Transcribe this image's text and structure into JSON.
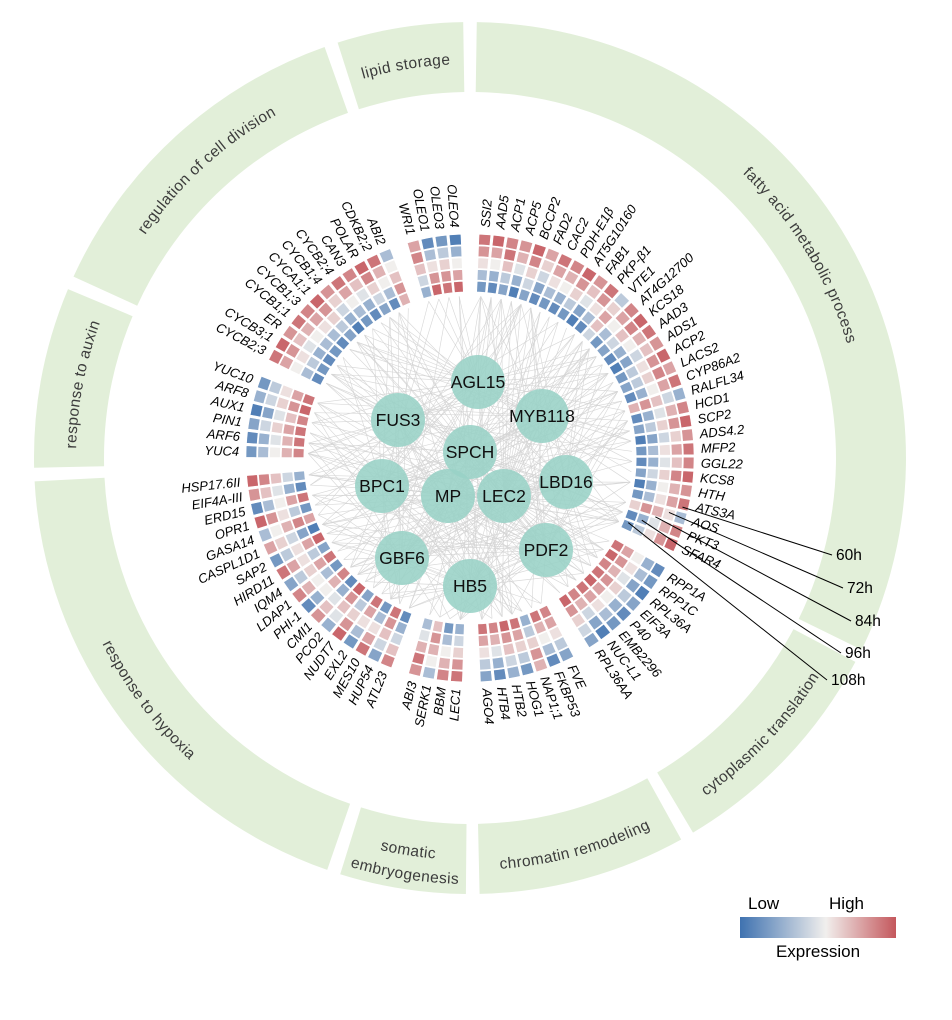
{
  "figure": {
    "legend": {
      "low": "Low",
      "high": "High",
      "title": "Expression"
    },
    "palette": {
      "low": "#3f72b0",
      "mid": "#f1efed",
      "high": "#c4575c"
    },
    "arc_color": "#e2efd9",
    "hub_color": "#99d1c6",
    "edge_color": "#d4d4d4",
    "timepoints": [
      "60h",
      "72h",
      "84h",
      "96h",
      "108h"
    ]
  },
  "chart_data": {
    "type": "heatmap",
    "layout": "circular circos-style: outer green category arcs, italic gene labels, five concentric expression heatmap rings (outer to inner = 60h to 108h), central hub-to-gene network",
    "rings_outer_to_inner": [
      "60h",
      "72h",
      "84h",
      "96h",
      "108h"
    ],
    "value_range": [
      -1,
      1
    ],
    "legend_scale": {
      "left": "Low",
      "right": "High",
      "title": "Expression"
    },
    "categories": [
      {
        "label": "fatty acid metabolic process",
        "genes": [
          {
            "name": "SSI2",
            "expr": [
              0.8,
              0.6,
              0.1,
              -0.4,
              -0.7
            ]
          },
          {
            "name": "AAD5",
            "expr": [
              0.9,
              0.5,
              0.0,
              -0.5,
              -0.8
            ]
          },
          {
            "name": "ACP1",
            "expr": [
              0.7,
              0.8,
              0.3,
              -0.3,
              -0.6
            ]
          },
          {
            "name": "ACP5",
            "expr": [
              0.6,
              0.4,
              -0.1,
              -0.5,
              -0.9
            ]
          },
          {
            "name": "BCCP2",
            "expr": [
              0.9,
              0.7,
              0.2,
              -0.2,
              -0.6
            ]
          },
          {
            "name": "FAD2",
            "expr": [
              0.5,
              0.2,
              -0.2,
              -0.6,
              -0.8
            ]
          },
          {
            "name": "CAC2",
            "expr": [
              0.8,
              0.5,
              0.1,
              -0.4,
              -0.7
            ]
          },
          {
            "name": "PDH-E1β",
            "expr": [
              0.7,
              0.4,
              0.0,
              -0.5,
              -0.8
            ]
          },
          {
            "name": "AT5G10160",
            "expr": [
              0.9,
              0.6,
              0.2,
              -0.3,
              -0.7
            ]
          },
          {
            "name": "FAB1",
            "expr": [
              0.6,
              0.3,
              -0.1,
              -0.6,
              -0.9
            ]
          },
          {
            "name": "PKP-β1",
            "expr": [
              0.8,
              0.6,
              0.1,
              -0.4,
              -0.8
            ]
          },
          {
            "name": "VTE1",
            "expr": [
              -0.3,
              0.2,
              0.5,
              0.3,
              -0.2
            ]
          },
          {
            "name": "AT4G12700",
            "expr": [
              0.7,
              0.5,
              0.0,
              -0.4,
              -0.7
            ]
          },
          {
            "name": "KCS18",
            "expr": [
              0.9,
              0.7,
              0.3,
              -0.2,
              -0.6
            ]
          },
          {
            "name": "AAD3",
            "expr": [
              0.8,
              0.4,
              0.0,
              -0.5,
              -0.8
            ]
          },
          {
            "name": "ADS1",
            "expr": [
              0.6,
              0.3,
              -0.2,
              -0.6,
              -0.9
            ]
          },
          {
            "name": "ACP2",
            "expr": [
              0.9,
              0.6,
              0.1,
              -0.3,
              -0.7
            ]
          },
          {
            "name": "LACS2",
            "expr": [
              0.5,
              0.7,
              0.2,
              -0.3,
              -0.6
            ]
          },
          {
            "name": "CYP86A2",
            "expr": [
              0.8,
              0.5,
              0.0,
              -0.5,
              -0.8
            ]
          },
          {
            "name": "RALFL34",
            "expr": [
              -0.5,
              -0.2,
              0.3,
              0.6,
              0.4
            ]
          },
          {
            "name": "HCD1",
            "expr": [
              0.7,
              0.4,
              -0.1,
              -0.5,
              -0.8
            ]
          },
          {
            "name": "SCP2",
            "expr": [
              0.9,
              0.6,
              0.2,
              -0.3,
              -0.6
            ]
          },
          {
            "name": "ADS4.2",
            "expr": [
              0.6,
              0.2,
              -0.2,
              -0.6,
              -0.9
            ]
          },
          {
            "name": "MFP2",
            "expr": [
              0.8,
              0.5,
              0.1,
              -0.4,
              -0.7
            ]
          },
          {
            "name": "GGL22",
            "expr": [
              0.7,
              0.3,
              -0.1,
              -0.5,
              -0.8
            ]
          },
          {
            "name": "KCS8",
            "expr": [
              0.9,
              0.7,
              0.2,
              -0.2,
              -0.6
            ]
          },
          {
            "name": "HTH",
            "expr": [
              0.6,
              0.4,
              0.0,
              -0.5,
              -0.9
            ]
          },
          {
            "name": "ATS3A",
            "expr": [
              0.8,
              0.5,
              0.1,
              -0.4,
              -0.7
            ]
          },
          {
            "name": "AOS",
            "expr": [
              -0.4,
              0.1,
              0.4,
              0.6,
              0.2
            ]
          },
          {
            "name": "PKT3",
            "expr": [
              0.7,
              0.4,
              -0.1,
              -0.5,
              -0.8
            ]
          },
          {
            "name": "SFAR4",
            "expr": [
              0.9,
              0.6,
              0.1,
              -0.3,
              -0.7
            ]
          }
        ]
      },
      {
        "label": "cytoplasmic translation",
        "genes": [
          {
            "name": "RPP1A",
            "expr": [
              -0.8,
              -0.5,
              0.0,
              0.5,
              0.8
            ]
          },
          {
            "name": "RPP1C",
            "expr": [
              -0.7,
              -0.4,
              0.1,
              0.6,
              0.9
            ]
          },
          {
            "name": "RPL36A",
            "expr": [
              -0.9,
              -0.6,
              -0.1,
              0.4,
              0.7
            ]
          },
          {
            "name": "EIF3A",
            "expr": [
              -0.6,
              -0.3,
              0.2,
              0.6,
              0.8
            ]
          },
          {
            "name": "P40",
            "expr": [
              -0.8,
              -0.5,
              0.0,
              0.5,
              0.9
            ]
          },
          {
            "name": "EMB2296",
            "expr": [
              -0.7,
              -0.4,
              0.1,
              0.5,
              0.8
            ]
          },
          {
            "name": "NUC-L1",
            "expr": [
              -0.9,
              -0.6,
              -0.2,
              0.4,
              0.7
            ]
          },
          {
            "name": "RPL36AA",
            "expr": [
              -0.6,
              -0.2,
              0.2,
              0.6,
              0.9
            ]
          }
        ]
      },
      {
        "label": "chromatin remodeling",
        "genes": [
          {
            "name": "FVE",
            "expr": [
              -0.6,
              -0.3,
              0.1,
              0.5,
              0.7
            ]
          },
          {
            "name": "FKBP53",
            "expr": [
              -0.8,
              -0.4,
              0.0,
              0.4,
              0.8
            ]
          },
          {
            "name": "NAP1;1",
            "expr": [
              0.4,
              0.6,
              0.2,
              -0.3,
              -0.5
            ]
          },
          {
            "name": "HOG1",
            "expr": [
              -0.7,
              -0.3,
              0.2,
              0.5,
              0.8
            ]
          },
          {
            "name": "HTB2",
            "expr": [
              -0.5,
              -0.2,
              0.3,
              0.6,
              0.9
            ]
          },
          {
            "name": "HTB4",
            "expr": [
              -0.8,
              -0.5,
              -0.1,
              0.4,
              0.7
            ]
          },
          {
            "name": "AGO4",
            "expr": [
              -0.6,
              -0.3,
              0.1,
              0.5,
              0.8
            ]
          }
        ]
      },
      {
        "label": "somatic embryogenesis",
        "label_lines": [
          "somatic",
          "embryogenesis"
        ],
        "genes": [
          {
            "name": "LEC1",
            "expr": [
              0.8,
              0.6,
              0.2,
              -0.2,
              -0.5
            ]
          },
          {
            "name": "BBM",
            "expr": [
              0.7,
              0.4,
              0.0,
              -0.4,
              -0.7
            ]
          },
          {
            "name": "SERK1",
            "expr": [
              -0.4,
              0.0,
              0.4,
              0.6,
              0.3
            ]
          },
          {
            "name": "ABI3",
            "expr": [
              0.6,
              0.8,
              0.4,
              -0.1,
              -0.4
            ]
          }
        ]
      },
      {
        "label": "response to hypoxia",
        "genes": [
          {
            "name": "ATL23",
            "expr": [
              0.7,
              0.3,
              -0.2,
              -0.5,
              -0.8
            ]
          },
          {
            "name": "HUP54",
            "expr": [
              -0.6,
              -0.2,
              0.3,
              0.6,
              0.8
            ]
          },
          {
            "name": "MES10",
            "expr": [
              0.8,
              0.5,
              0.1,
              -0.4,
              -0.7
            ]
          },
          {
            "name": "EXL2",
            "expr": [
              -0.7,
              -0.4,
              0.1,
              0.5,
              0.8
            ]
          },
          {
            "name": "NUDT7",
            "expr": [
              0.9,
              0.6,
              0.2,
              -0.3,
              -0.6
            ]
          },
          {
            "name": "PCO2",
            "expr": [
              -0.5,
              -0.1,
              0.3,
              0.6,
              0.9
            ]
          },
          {
            "name": "CMI1",
            "expr": [
              0.6,
              0.3,
              -0.1,
              -0.5,
              -0.8
            ]
          },
          {
            "name": "PHI-1",
            "expr": [
              -0.8,
              -0.5,
              0.0,
              0.4,
              0.7
            ]
          },
          {
            "name": "LDAP1",
            "expr": [
              0.7,
              0.4,
              0.0,
              -0.4,
              -0.7
            ]
          },
          {
            "name": "IQM4",
            "expr": [
              -0.6,
              -0.3,
              0.2,
              0.5,
              0.8
            ]
          },
          {
            "name": "HIRD11",
            "expr": [
              0.8,
              0.5,
              0.1,
              -0.3,
              -0.6
            ]
          },
          {
            "name": "SAP2",
            "expr": [
              -0.7,
              -0.3,
              0.1,
              0.5,
              0.9
            ]
          },
          {
            "name": "CASPL1D1",
            "expr": [
              0.5,
              0.2,
              -0.2,
              -0.6,
              -0.9
            ]
          },
          {
            "name": "GASA14",
            "expr": [
              -0.4,
              0.0,
              0.4,
              0.7,
              0.5
            ]
          },
          {
            "name": "OPR1",
            "expr": [
              0.9,
              0.6,
              0.1,
              -0.3,
              -0.7
            ]
          },
          {
            "name": "ERD15",
            "expr": [
              -0.8,
              -0.4,
              0.0,
              0.5,
              0.8
            ]
          },
          {
            "name": "EIF4A-III",
            "expr": [
              0.6,
              0.3,
              -0.1,
              -0.5,
              -0.8
            ]
          },
          {
            "name": "HSP17.6II",
            "expr": [
              0.9,
              0.7,
              0.3,
              -0.2,
              -0.5
            ]
          }
        ]
      },
      {
        "label": "response to auxin",
        "genes": [
          {
            "name": "YUC4",
            "expr": [
              -0.7,
              -0.4,
              0.0,
              0.4,
              0.7
            ]
          },
          {
            "name": "ARF6",
            "expr": [
              -0.8,
              -0.5,
              -0.1,
              0.4,
              0.8
            ]
          },
          {
            "name": "PIN1",
            "expr": [
              -0.6,
              -0.2,
              0.2,
              0.5,
              0.8
            ]
          },
          {
            "name": "AUX1",
            "expr": [
              -0.9,
              -0.6,
              -0.1,
              0.3,
              0.7
            ]
          },
          {
            "name": "ARF8",
            "expr": [
              -0.5,
              -0.2,
              0.2,
              0.6,
              0.9
            ]
          },
          {
            "name": "YUC10",
            "expr": [
              -0.7,
              -0.3,
              0.1,
              0.5,
              0.8
            ]
          }
        ]
      },
      {
        "label": "regulation of cell division",
        "genes": [
          {
            "name": "CYCB2;3",
            "expr": [
              0.8,
              0.5,
              0.0,
              -0.4,
              -0.8
            ]
          },
          {
            "name": "CYCB3;1",
            "expr": [
              0.9,
              0.6,
              0.1,
              -0.3,
              -0.7
            ]
          },
          {
            "name": "ER",
            "expr": [
              0.6,
              0.3,
              -0.1,
              -0.5,
              -0.8
            ]
          },
          {
            "name": "CYCB1;1",
            "expr": [
              0.8,
              0.4,
              0.0,
              -0.4,
              -0.7
            ]
          },
          {
            "name": "CYCB1;3",
            "expr": [
              0.7,
              0.5,
              0.1,
              -0.4,
              -0.8
            ]
          },
          {
            "name": "CYCA1;1",
            "expr": [
              0.9,
              0.6,
              0.2,
              -0.3,
              -0.6
            ]
          },
          {
            "name": "CYCB1;4",
            "expr": [
              0.6,
              0.2,
              -0.2,
              -0.5,
              -0.9
            ]
          },
          {
            "name": "CYCB2;4",
            "expr": [
              0.8,
              0.5,
              0.0,
              -0.4,
              -0.7
            ]
          },
          {
            "name": "CAN3",
            "expr": [
              0.7,
              0.3,
              -0.1,
              -0.5,
              -0.8
            ]
          },
          {
            "name": "POLAR",
            "expr": [
              0.9,
              0.7,
              0.2,
              -0.2,
              -0.6
            ]
          },
          {
            "name": "CDKB2;2",
            "expr": [
              0.8,
              0.4,
              0.0,
              -0.4,
              -0.8
            ]
          },
          {
            "name": "ABI2",
            "expr": [
              -0.4,
              0.0,
              0.3,
              0.6,
              0.4
            ]
          }
        ]
      },
      {
        "label": "lipid storage",
        "genes": [
          {
            "name": "WRI1",
            "expr": [
              0.5,
              0.7,
              0.3,
              -0.2,
              -0.5
            ]
          },
          {
            "name": "OLEO1",
            "expr": [
              -0.8,
              -0.4,
              0.1,
              0.6,
              0.9
            ]
          },
          {
            "name": "OLEO3",
            "expr": [
              -0.7,
              -0.3,
              0.2,
              0.6,
              0.8
            ]
          },
          {
            "name": "OLEO4",
            "expr": [
              -0.9,
              -0.5,
              0.0,
              0.5,
              0.9
            ]
          }
        ]
      }
    ],
    "hubs": [
      {
        "name": "AGL15",
        "offset": [
          8,
          -76
        ]
      },
      {
        "name": "FUS3",
        "offset": [
          -72,
          -38
        ]
      },
      {
        "name": "MYB118",
        "offset": [
          72,
          -42
        ]
      },
      {
        "name": "SPCH",
        "offset": [
          0,
          -6
        ]
      },
      {
        "name": "BPC1",
        "offset": [
          -88,
          28
        ]
      },
      {
        "name": "MP",
        "offset": [
          -22,
          38
        ]
      },
      {
        "name": "LEC2",
        "offset": [
          34,
          38
        ]
      },
      {
        "name": "LBD16",
        "offset": [
          96,
          24
        ]
      },
      {
        "name": "GBF6",
        "offset": [
          -68,
          100
        ]
      },
      {
        "name": "PDF2",
        "offset": [
          76,
          92
        ]
      },
      {
        "name": "HB5",
        "offset": [
          0,
          128
        ]
      }
    ]
  }
}
